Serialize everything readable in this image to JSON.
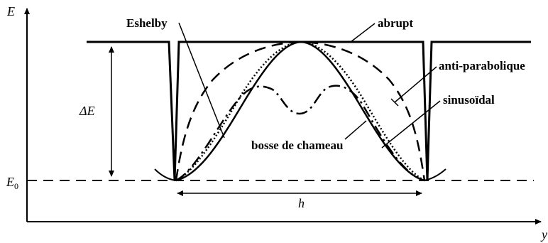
{
  "axes": {
    "y_label": "E",
    "x_label": "y",
    "baseline_label": "E",
    "baseline_subscript": "0",
    "delta_label": "ΔE",
    "width_label": "h"
  },
  "curves": [
    {
      "id": "abrupt",
      "label": "abrupt",
      "style": "thick-solid"
    },
    {
      "id": "eshelby",
      "label": "Eshelby",
      "style": "dotted"
    },
    {
      "id": "anti-parabolique",
      "label": "anti-parabolique",
      "style": "long-dash"
    },
    {
      "id": "sinusoidal",
      "label": "sinusoïdal",
      "style": "solid"
    },
    {
      "id": "bosse-de-chameau",
      "label": "bosse de chameau",
      "style": "dash-dot"
    }
  ],
  "colors": {
    "ink": "#000000",
    "background": "#ffffff"
  }
}
